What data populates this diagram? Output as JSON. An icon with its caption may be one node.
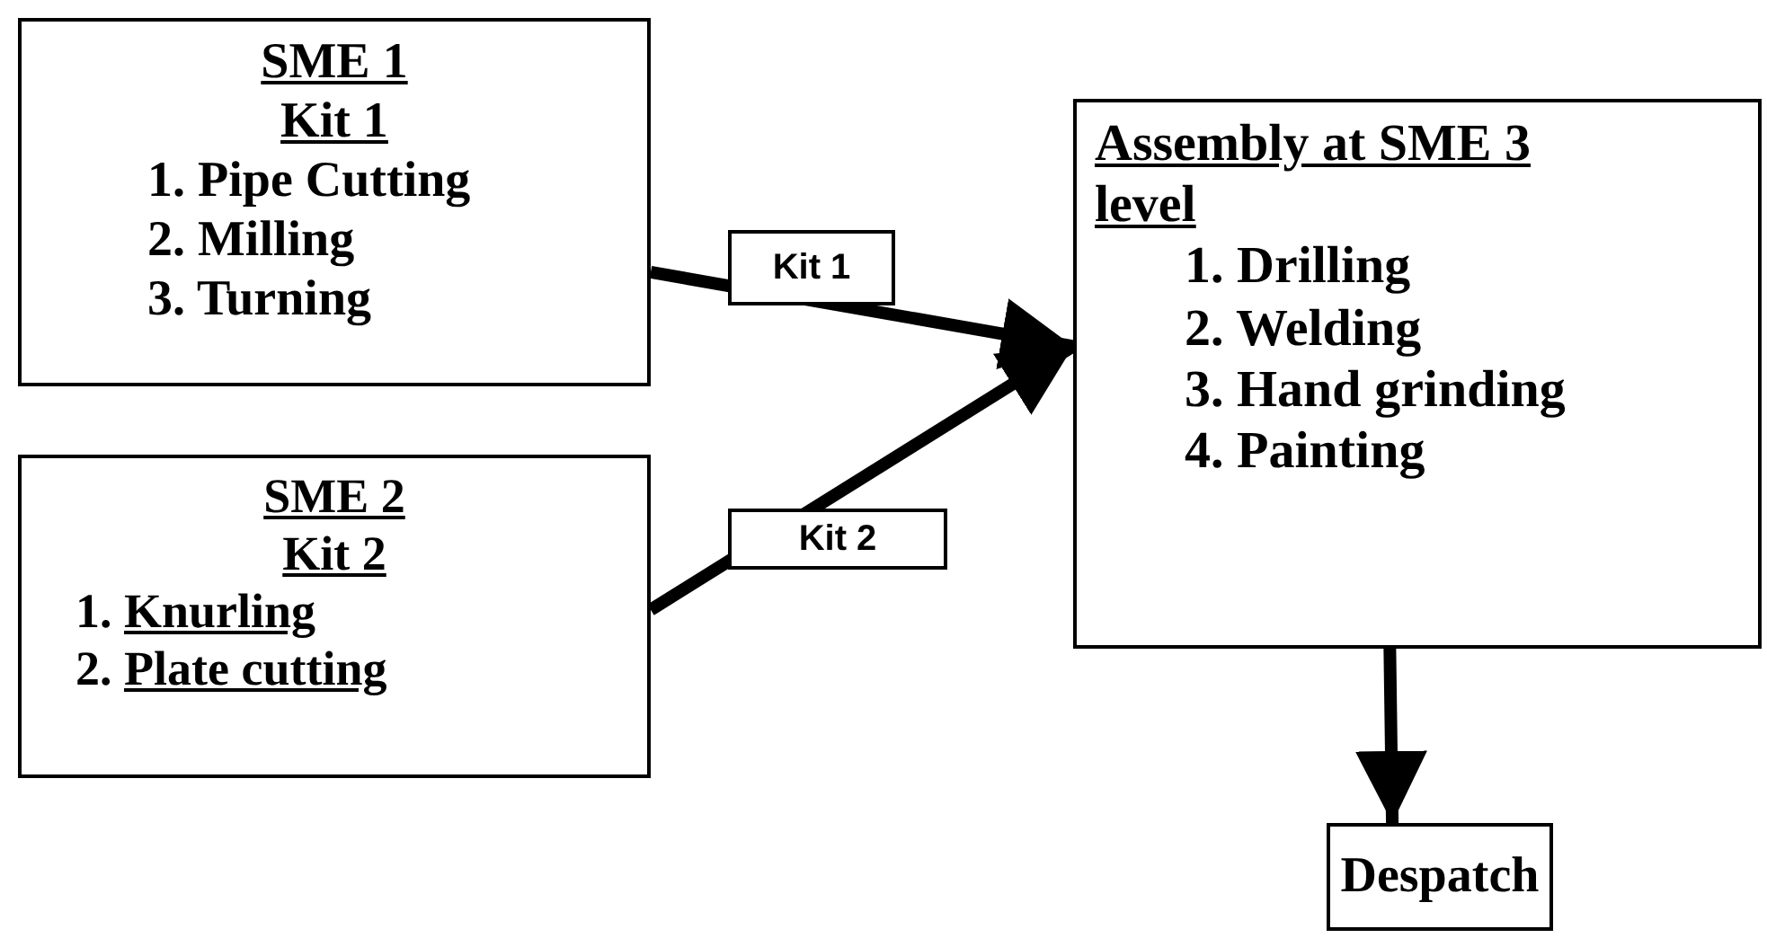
{
  "diagram": {
    "nodes": [
      {
        "text": [
          "SME 1",
          "Kit 1",
          "1. Pipe Cutting",
          "2. Milling",
          "3. Turning"
        ]
      },
      {
        "text": [
          "SME 2",
          "Kit 2",
          "1. Knurling",
          "2. Plate cutting"
        ]
      },
      {
        "text": [
          "Assembly at SME 3 level",
          "1. Drilling",
          "2. Welding",
          "3. Hand grinding",
          "4. Painting"
        ]
      },
      {
        "text": [
          "Despatch"
        ]
      }
    ],
    "edges": [
      {
        "from": 0,
        "to": 2,
        "arrow": "to",
        "label": "Kit 1"
      },
      {
        "from": 1,
        "to": 2,
        "arrow": "to",
        "label": "Kit 2"
      },
      {
        "from": 2,
        "to": 3,
        "arrow": "to"
      }
    ]
  }
}
